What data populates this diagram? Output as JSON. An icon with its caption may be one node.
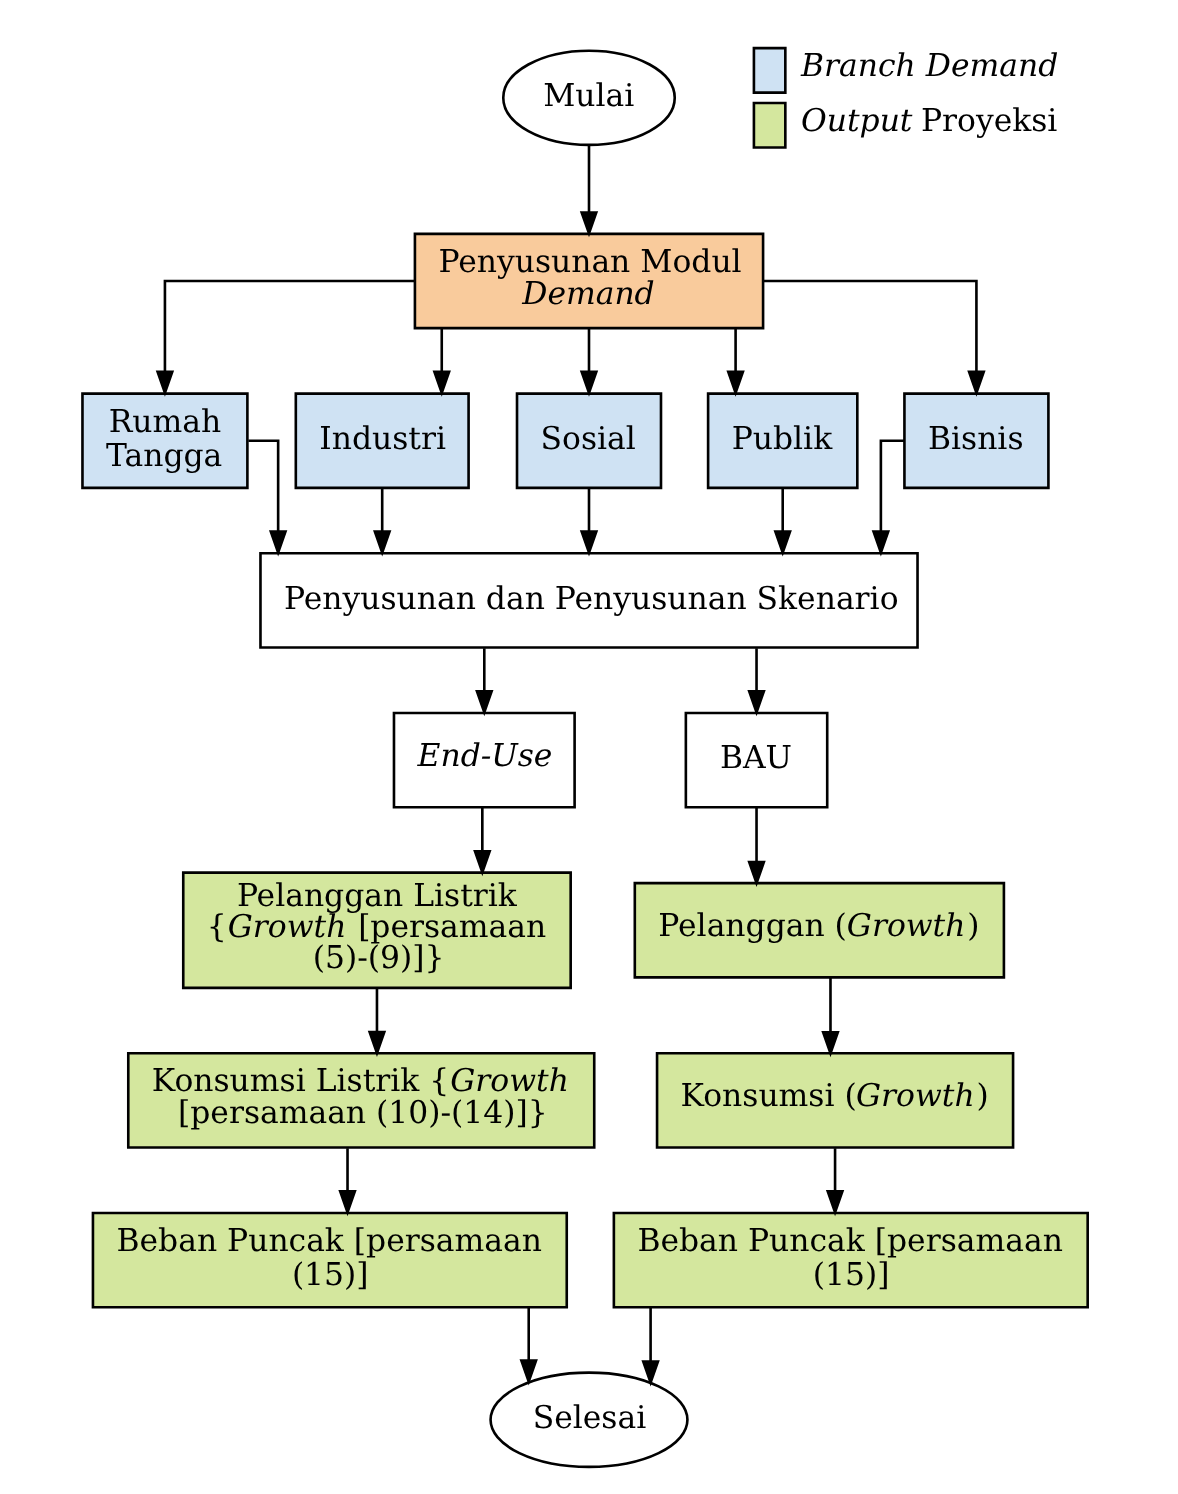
{
  "diagram": {
    "nodes": [
      {
        "text": [
          "Mulai"
        ]
      },
      {
        "text": [
          "Penyusunan Modul *Demand*"
        ]
      },
      {
        "text": [
          "Rumah Tangga"
        ]
      },
      {
        "text": [
          "Industri"
        ]
      },
      {
        "text": [
          "Sosial"
        ]
      },
      {
        "text": [
          "Publik"
        ]
      },
      {
        "text": [
          "Bisnis"
        ]
      },
      {
        "text": [
          "Penyusunan dan Penyusunan Skenario"
        ]
      },
      {
        "text": [
          "*End-Use*"
        ]
      },
      {
        "text": [
          "BAU"
        ]
      },
      {
        "text": [
          "Pelanggan Listrik {*Growth* [persamaan (5)-(9)]}"
        ]
      },
      {
        "text": [
          "Konsumsi Listrik {*Growth* [persamaan (10)-(14)]}"
        ]
      },
      {
        "text": [
          "Beban Puncak [persamaan (15)]"
        ]
      },
      {
        "text": [
          "Pelanggan (*Growth*)"
        ]
      },
      {
        "text": [
          "Konsumsi (*Growth*)"
        ]
      },
      {
        "text": [
          "Beban Puncak [persamaan (15)]"
        ]
      },
      {
        "text": [
          "Selesai"
        ]
      }
    ],
    "edges": [
      {
        "from": 0,
        "to": 1,
        "arrow": "to"
      },
      {
        "from": 1,
        "to": 2,
        "arrow": "to"
      },
      {
        "from": 1,
        "to": 3,
        "arrow": "to"
      },
      {
        "from": 1,
        "to": 4,
        "arrow": "to"
      },
      {
        "from": 1,
        "to": 5,
        "arrow": "to"
      },
      {
        "from": 1,
        "to": 6,
        "arrow": "to"
      },
      {
        "from": 2,
        "to": 7,
        "arrow": "to"
      },
      {
        "from": 3,
        "to": 7,
        "arrow": "to"
      },
      {
        "from": 4,
        "to": 7,
        "arrow": "to"
      },
      {
        "from": 5,
        "to": 7,
        "arrow": "to"
      },
      {
        "from": 6,
        "to": 7,
        "arrow": "to"
      },
      {
        "from": 7,
        "to": 8,
        "arrow": "to"
      },
      {
        "from": 7,
        "to": 9,
        "arrow": "to"
      },
      {
        "from": 8,
        "to": 10,
        "arrow": "to"
      },
      {
        "from": 10,
        "to": 11,
        "arrow": "to"
      },
      {
        "from": 11,
        "to": 12,
        "arrow": "to"
      },
      {
        "from": 9,
        "to": 13,
        "arrow": "to"
      },
      {
        "from": 13,
        "to": 14,
        "arrow": "to"
      },
      {
        "from": 14,
        "to": 15,
        "arrow": "to"
      },
      {
        "from": 12,
        "to": 16,
        "arrow": "to"
      },
      {
        "from": 15,
        "to": 16,
        "arrow": "to"
      }
    ],
    "legend": [
      {
        "text": "*Branch Demand*",
        "color": "#cfe2f3"
      },
      {
        "text": "*Output* Proyeksi",
        "color": "#d4e79e"
      }
    ]
  }
}
